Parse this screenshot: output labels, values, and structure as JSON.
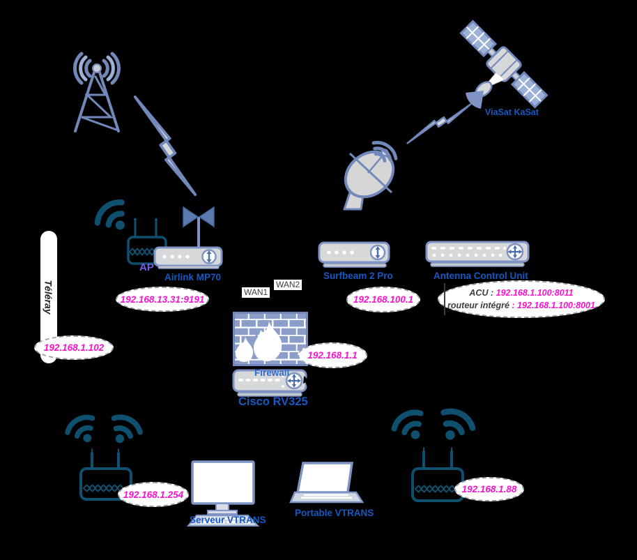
{
  "diagram": {
    "background": "#000000",
    "labels": {
      "viasat": "ViaSat KaSat",
      "ap": "AP",
      "airlink": "Airlink MP70",
      "wan1": "WAN1",
      "wan2": "WAN2",
      "firewall": "Firewall",
      "cisco": "Cisco RV325",
      "surfbeam": "Surfbeam 2 Pro",
      "acu": "Antenna Control Unit",
      "teleray": "Téléray",
      "serveur": "Serveur VTRANS",
      "portable": "Portable VTRANS"
    },
    "ips": {
      "airlink": "192.168.13.31:9191",
      "teleray": "192.168.1.102",
      "cisco": "192.168.1.1",
      "surfbeam": "192.168.100.1",
      "acu_line1_prefix": "ACU : ",
      "acu_line1_ip": "192.168.1.100:8011",
      "acu_line2_prefix": "routeur intégré ",
      "acu_line2_ip": ": 192.168.1.100:8001",
      "router_left": "192.168.1.254",
      "router_right": "192.168.1.88"
    },
    "colors": {
      "icon_steel_blue": "#7288bb",
      "device_fill": "#d7d8da",
      "device_border": "#7f93c4",
      "teal": "#10506f",
      "label_blue": "#1659c2",
      "ap_purple": "#6f5fe0",
      "ip_magenta": "#f812cf",
      "lightning_fill": "#d9d9d9",
      "brick_fill": "#8b9dc9"
    }
  }
}
